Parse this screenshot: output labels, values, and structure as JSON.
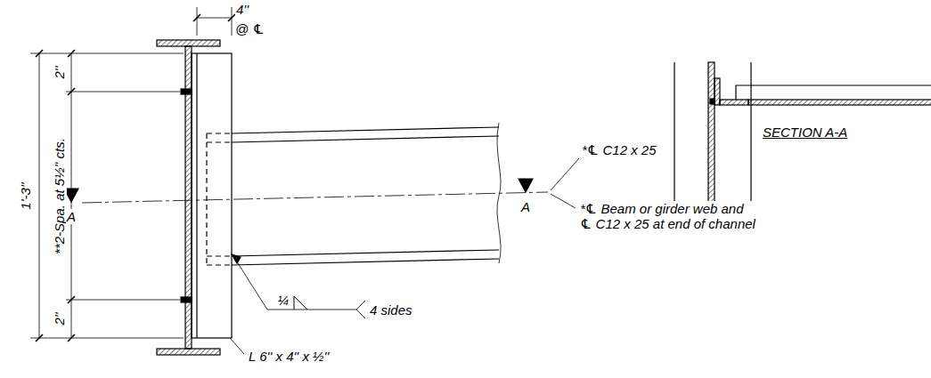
{
  "diagram": {
    "labels": [
      "4''",
      "@ ℄",
      "2''",
      "1'-3''",
      "**2-Spa. at 5½'' cts.",
      "2''",
      "A",
      "A",
      "*℄ C12 x 25",
      "*℄ Beam or girder web and ℄ C12 x 25 at end of channel",
      "¼",
      "4 sides",
      "L 6'' x 4'' x ½''",
      "SECTION A-A"
    ]
  }
}
